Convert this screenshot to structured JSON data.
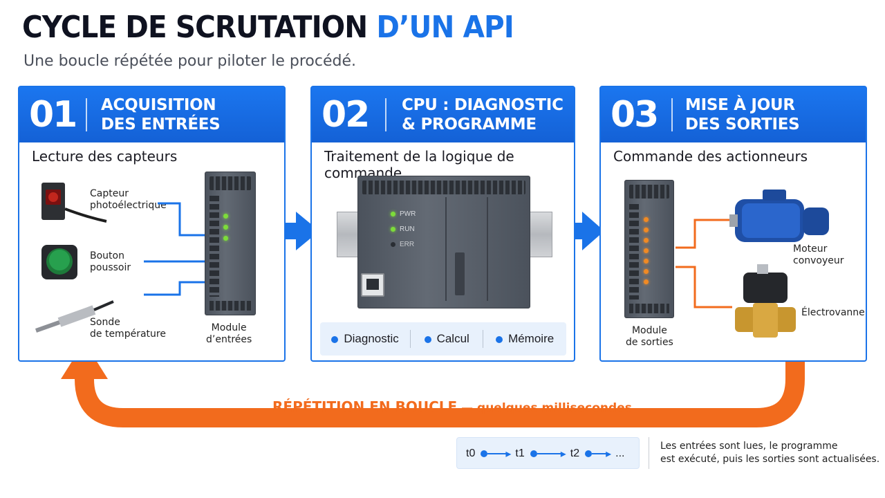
{
  "header": {
    "title_main": "CYCLE DE SCRUTATION",
    "title_accent": "D’UN API",
    "subtitle": "Une boucle répétée pour piloter le procédé."
  },
  "steps": [
    {
      "number": "01",
      "title": "ACQUISITION\nDES ENTRÉES",
      "subtitle": "Lecture des capteurs",
      "items": [
        "Capteur\nphotoélectrique",
        "Bouton\npoussoir",
        "Sonde\nde température"
      ],
      "module_label": "Module\nd’entrées"
    },
    {
      "number": "02",
      "title": "CPU : DIAGNOSTIC\n& PROGRAMME",
      "subtitle": "Traitement de la logique de commande",
      "leds": [
        "PWR",
        "RUN",
        "ERR"
      ],
      "tasks": [
        "Diagnostic",
        "Calcul",
        "Mémoire"
      ]
    },
    {
      "number": "03",
      "title": "MISE À JOUR\nDES SORTIES",
      "subtitle": "Commande des actionneurs",
      "module_label": "Module\nde sorties",
      "items": [
        "Moteur\nconvoyeur",
        "Électrovanne"
      ]
    }
  ],
  "loop": {
    "label_bold": "RÉPÉTITION EN BOUCLE",
    "label_rest": " — quelques millisecondes"
  },
  "timeline": [
    "t0",
    "t1",
    "t2",
    "..."
  ],
  "footer_note": "Les entrées sont lues, le programme\nest exécuté, puis les sorties sont actualisées.",
  "colors": {
    "accent": "#1a73e8",
    "loop": "#f26b1d",
    "green_led": "#7ddc3a",
    "orange_led": "#f08a24"
  }
}
